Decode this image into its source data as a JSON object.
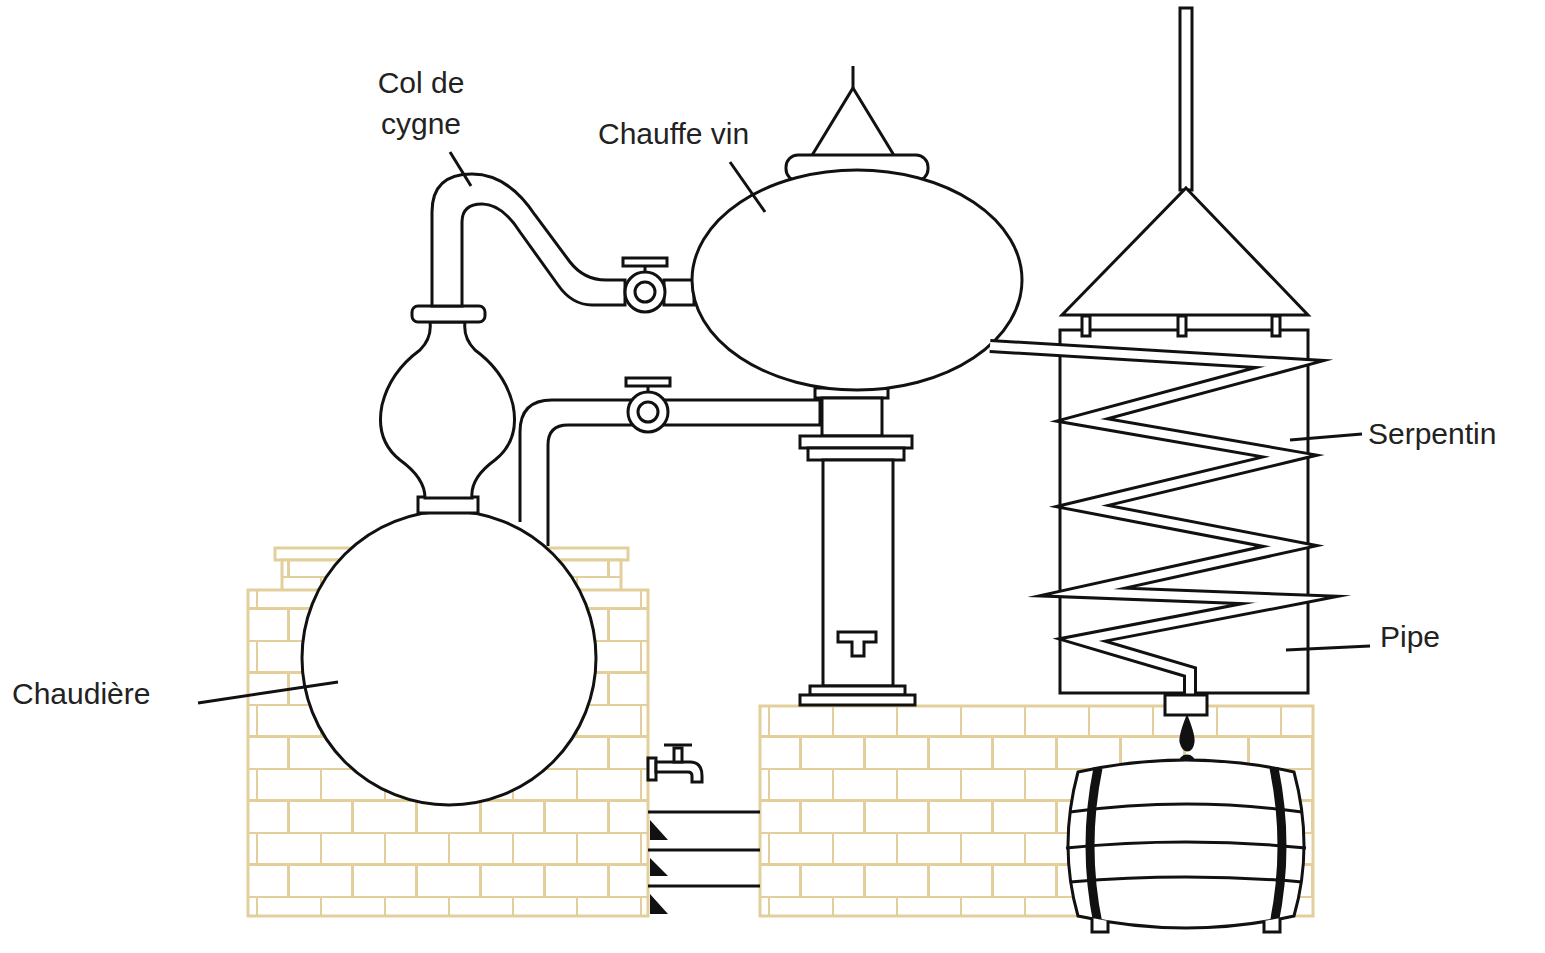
{
  "diagram": {
    "labels": [
      "Col de cygne",
      "Chauffe vin",
      "Serpentin",
      "Pipe",
      "Chaudière"
    ]
  }
}
